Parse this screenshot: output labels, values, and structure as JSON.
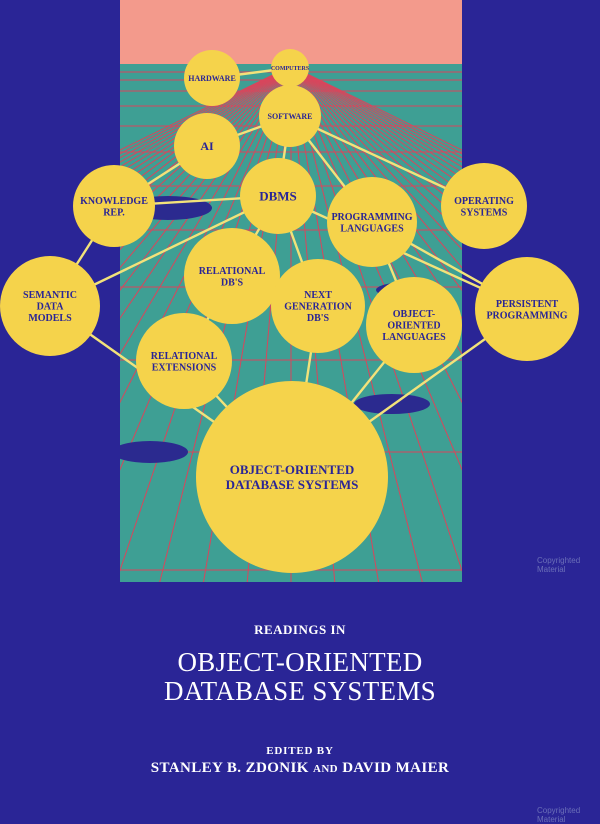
{
  "diagram": {
    "nodes": [
      {
        "id": "hardware",
        "lines": [
          "HARDWARE"
        ]
      },
      {
        "id": "computers",
        "lines": [
          "COMPUTERS"
        ]
      },
      {
        "id": "software",
        "lines": [
          "SOFTWARE"
        ]
      },
      {
        "id": "ai",
        "lines": [
          "AI"
        ]
      },
      {
        "id": "knowledge-rep",
        "lines": [
          "KNOWLEDGE",
          "REP."
        ]
      },
      {
        "id": "dbms",
        "lines": [
          "DBMS"
        ]
      },
      {
        "id": "programming-languages",
        "lines": [
          "PROGRAMMING",
          "LANGUAGES"
        ]
      },
      {
        "id": "operating-systems",
        "lines": [
          "OPERATING",
          "SYSTEMS"
        ]
      },
      {
        "id": "relational-dbs",
        "lines": [
          "RELATIONAL",
          "DB'S"
        ]
      },
      {
        "id": "next-generation-dbs",
        "lines": [
          "NEXT",
          "GENERATION",
          "DB'S"
        ]
      },
      {
        "id": "semantic-data-models",
        "lines": [
          "SEMANTIC",
          "DATA",
          "MODELS"
        ]
      },
      {
        "id": "object-oriented-languages",
        "lines": [
          "OBJECT-",
          "ORIENTED",
          "LANGUAGES"
        ]
      },
      {
        "id": "persistent-programming",
        "lines": [
          "PERSISTENT",
          "PROGRAMMING"
        ]
      },
      {
        "id": "relational-extensions",
        "lines": [
          "RELATIONAL",
          "EXTENSIONS"
        ]
      },
      {
        "id": "oodb-systems",
        "lines": [
          "OBJECT-ORIENTED",
          "DATABASE SYSTEMS"
        ]
      }
    ],
    "edges": [
      [
        "hardware",
        "computers"
      ],
      [
        "computers",
        "software"
      ],
      [
        "software",
        "ai"
      ],
      [
        "software",
        "dbms"
      ],
      [
        "software",
        "programming-languages"
      ],
      [
        "software",
        "operating-systems"
      ],
      [
        "ai",
        "knowledge-rep"
      ],
      [
        "knowledge-rep",
        "dbms"
      ],
      [
        "knowledge-rep",
        "semantic-data-models"
      ],
      [
        "dbms",
        "relational-dbs"
      ],
      [
        "dbms",
        "next-generation-dbs"
      ],
      [
        "dbms",
        "semantic-data-models"
      ],
      [
        "dbms",
        "persistent-programming"
      ],
      [
        "programming-languages",
        "object-oriented-languages"
      ],
      [
        "programming-languages",
        "persistent-programming"
      ],
      [
        "relational-dbs",
        "relational-extensions"
      ],
      [
        "semantic-data-models",
        "oodb-systems"
      ],
      [
        "next-generation-dbs",
        "oodb-systems"
      ],
      [
        "relational-extensions",
        "oodb-systems"
      ],
      [
        "object-oriented-languages",
        "oodb-systems"
      ],
      [
        "persistent-programming",
        "oodb-systems"
      ]
    ]
  },
  "cover": {
    "series_label": "READINGS IN",
    "title_line1": "OBJECT-ORIENTED",
    "title_line2": "DATABASE SYSTEMS",
    "edited_by": "EDITED BY",
    "editor1": "STANLEY B. ZDONIK",
    "and": "AND",
    "editor2": "DAVID MAIER",
    "watermark": "Copyrighted Material"
  },
  "colors": {
    "background": "#2a2596",
    "sky": "#f39a8c",
    "plane": "#3e9f94",
    "grid": "#d8465c",
    "node_fill": "#f5d34b",
    "node_text": "#2a2596",
    "connector": "#f2e27a",
    "pit": "#2b2a8f"
  }
}
